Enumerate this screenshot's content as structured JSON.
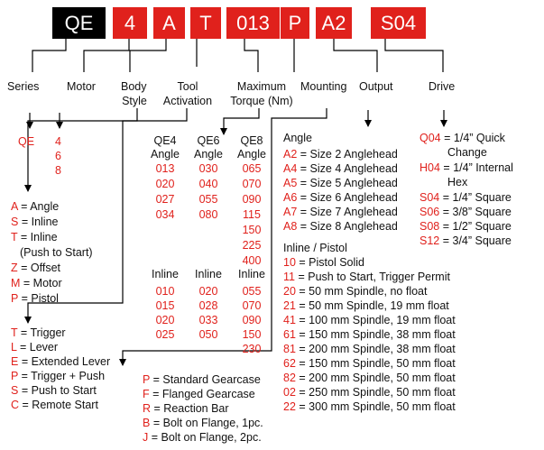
{
  "code_segments": [
    "QE",
    "4",
    "A",
    "T",
    "013",
    "P",
    "A2",
    "S04"
  ],
  "colors": {
    "red": "#e0211c",
    "black": "#000000",
    "text": "#111111"
  },
  "labels": {
    "series": "Series",
    "motor": "Motor",
    "body1": "Body",
    "body2": "Style",
    "tool1": "Tool",
    "tool2": "Activation",
    "torque1": "Maximum",
    "torque2": "Torque (Nm)",
    "mounting": "Mounting",
    "output": "Output",
    "drive": "Drive"
  },
  "series": {
    "code": "QE"
  },
  "motor": [
    "4",
    "6",
    "8"
  ],
  "body_style": [
    {
      "code": "A",
      "desc": "= Angle"
    },
    {
      "code": "S",
      "desc": "= Inline"
    },
    {
      "code": "T",
      "desc": "= Inline"
    },
    {
      "code": "",
      "desc": "(Push to Start)"
    },
    {
      "code": "Z",
      "desc": "= Offset"
    },
    {
      "code": "M",
      "desc": "= Motor"
    },
    {
      "code": "P",
      "desc": "= Pistol"
    }
  ],
  "tool_activation": [
    {
      "code": "T",
      "desc": "= Trigger"
    },
    {
      "code": "L",
      "desc": "= Lever"
    },
    {
      "code": "E",
      "desc": "= Extended Lever"
    },
    {
      "code": "P",
      "desc": "= Trigger + Push"
    },
    {
      "code": "S",
      "desc": "= Push to Start"
    },
    {
      "code": "C",
      "desc": "= Remote Start"
    }
  ],
  "torque": {
    "angle": [
      {
        "h1": "QE4",
        "h2": "Angle",
        "values": [
          "013",
          "020",
          "027",
          "034"
        ]
      },
      {
        "h1": "QE6",
        "h2": "Angle",
        "values": [
          "030",
          "040",
          "055",
          "080"
        ]
      },
      {
        "h1": "QE8",
        "h2": "Angle",
        "values": [
          "065",
          "070",
          "090",
          "115",
          "150",
          "225",
          "400"
        ]
      }
    ],
    "inline": [
      {
        "h": "Inline",
        "values": [
          "010",
          "015",
          "020",
          "025"
        ]
      },
      {
        "h": "Inline",
        "values": [
          "020",
          "028",
          "033",
          "050"
        ]
      },
      {
        "h": "Inline",
        "values": [
          "055",
          "070",
          "090",
          "150",
          "230"
        ]
      }
    ]
  },
  "mounting": [
    {
      "code": "P",
      "desc": "= Standard Gearcase"
    },
    {
      "code": "F",
      "desc": "= Flanged Gearcase"
    },
    {
      "code": "R",
      "desc": "= Reaction Bar"
    },
    {
      "code": "B",
      "desc": "= Bolt on Flange, 1pc."
    },
    {
      "code": "J",
      "desc": "= Bolt on Flange, 2pc."
    }
  ],
  "output": {
    "angle_title": "Angle",
    "angle": [
      {
        "code": "A2",
        "desc": "= Size 2 Anglehead"
      },
      {
        "code": "A4",
        "desc": "= Size 4 Anglehead"
      },
      {
        "code": "A5",
        "desc": "= Size 5 Anglehead"
      },
      {
        "code": "A6",
        "desc": "= Size 6 Anglehead"
      },
      {
        "code": "A7",
        "desc": "= Size 7 Anglehead"
      },
      {
        "code": "A8",
        "desc": "= Size 8 Anglehead"
      }
    ],
    "inline_title": "Inline / Pistol",
    "inline": [
      {
        "code": "10",
        "desc": "= Pistol Solid"
      },
      {
        "code": "11",
        "desc": "= Push to Start, Trigger Permit"
      },
      {
        "code": "20",
        "desc": "= 50 mm Spindle, no float"
      },
      {
        "code": "21",
        "desc": "= 50 mm Spindle, 19 mm float"
      },
      {
        "code": "41",
        "desc": "= 100 mm Spindle, 19 mm float"
      },
      {
        "code": "61",
        "desc": "= 150 mm Spindle, 38 mm float"
      },
      {
        "code": "81",
        "desc": "= 200 mm Spindle, 38 mm float"
      },
      {
        "code": "62",
        "desc": "= 150 mm Spindle, 50 mm float"
      },
      {
        "code": "82",
        "desc": "= 200 mm Spindle, 50 mm float"
      },
      {
        "code": "02",
        "desc": "= 250 mm Spindle, 50 mm float"
      },
      {
        "code": "22",
        "desc": "= 300 mm Spindle, 50 mm float"
      }
    ]
  },
  "drive": [
    {
      "code": "Q04",
      "desc": "= 1/4” Quick",
      "cont": "Change"
    },
    {
      "code": "H04",
      "desc": "= 1/4” Internal",
      "cont": "Hex"
    },
    {
      "code": "S04",
      "desc": "= 1/4” Square",
      "cont": ""
    },
    {
      "code": "S06",
      "desc": "= 3/8” Square",
      "cont": ""
    },
    {
      "code": "S08",
      "desc": "= 1/2” Square",
      "cont": ""
    },
    {
      "code": "S12",
      "desc": "= 3/4” Square",
      "cont": ""
    }
  ]
}
